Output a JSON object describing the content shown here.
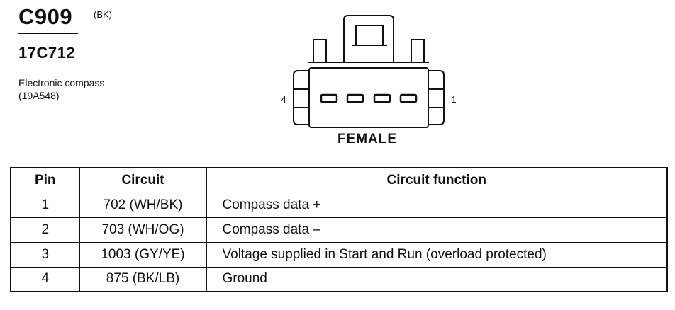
{
  "header": {
    "connector_id": "C909",
    "connector_color": "(BK)",
    "part_number": "17C712",
    "component_name": "Electronic compass",
    "component_code": "(19A548)"
  },
  "diagram": {
    "left_pin_label": "4",
    "right_pin_label": "1",
    "gender_label": "FEMALE",
    "pin_cavity_count": 4
  },
  "table": {
    "columns": [
      "Pin",
      "Circuit",
      "Circuit function"
    ],
    "rows": [
      {
        "pin": "1",
        "circuit": "702 (WH/BK)",
        "function": "Compass data +"
      },
      {
        "pin": "2",
        "circuit": "703 (WH/OG)",
        "function": "Compass data –"
      },
      {
        "pin": "3",
        "circuit": "1003 (GY/YE)",
        "function": "Voltage supplied in Start and Run (overload protected)"
      },
      {
        "pin": "4",
        "circuit": "875 (BK/LB)",
        "function": "Ground"
      }
    ]
  }
}
